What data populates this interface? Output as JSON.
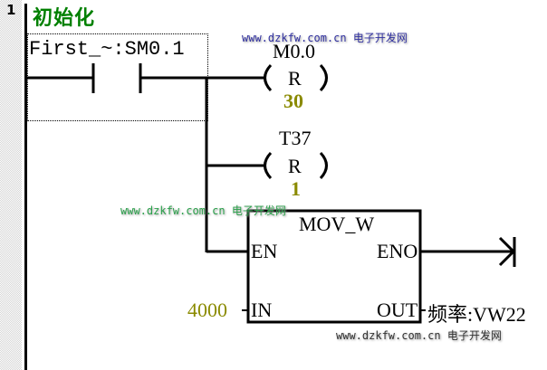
{
  "rung": {
    "number": "1",
    "title": "初始化"
  },
  "contact": {
    "label": "First_~:SM0.1",
    "type": "normally-open"
  },
  "coils": [
    {
      "address": "M0.0",
      "op": "R",
      "count": "30"
    },
    {
      "address": "T37",
      "op": "R",
      "count": "1"
    }
  ],
  "box": {
    "name": "MOV_W",
    "en": "EN",
    "eno": "ENO",
    "in_pin": "IN",
    "out_pin": "OUT",
    "in_value": "4000",
    "out_value": "频率:VW22"
  },
  "watermarks": [
    "www.dzkfw.com.cn 电子开发网",
    "www.dzkfw.com.cn 电子开发网",
    "www.dzkfw.com.cn 电子开发网"
  ],
  "colors": {
    "title": "#008000",
    "operand_value": "#8a8a00",
    "wire": "#000000"
  }
}
